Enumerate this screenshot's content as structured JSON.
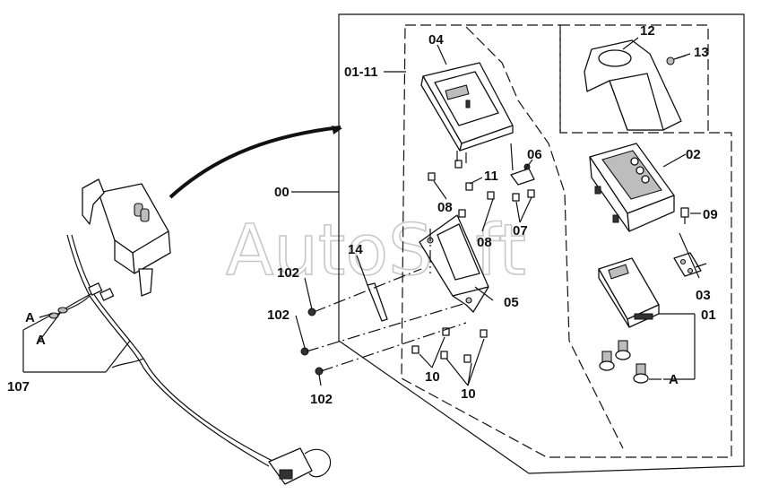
{
  "watermark": "AutoSoft",
  "labels": {
    "p00": "00",
    "p01_11": "01-11",
    "p01": "01",
    "p02": "02",
    "p03": "03",
    "p04": "04",
    "p05": "05",
    "p06": "06",
    "p07": "07",
    "p08a": "08",
    "p08b": "08",
    "p09": "09",
    "p10a": "10",
    "p10b": "10",
    "p11": "11",
    "p12": "12",
    "p13": "13",
    "p14": "14",
    "p102a": "102",
    "p102b": "102",
    "p102c": "102",
    "p107": "107",
    "pA1": "A",
    "pA2": "A",
    "pA3": "A"
  }
}
